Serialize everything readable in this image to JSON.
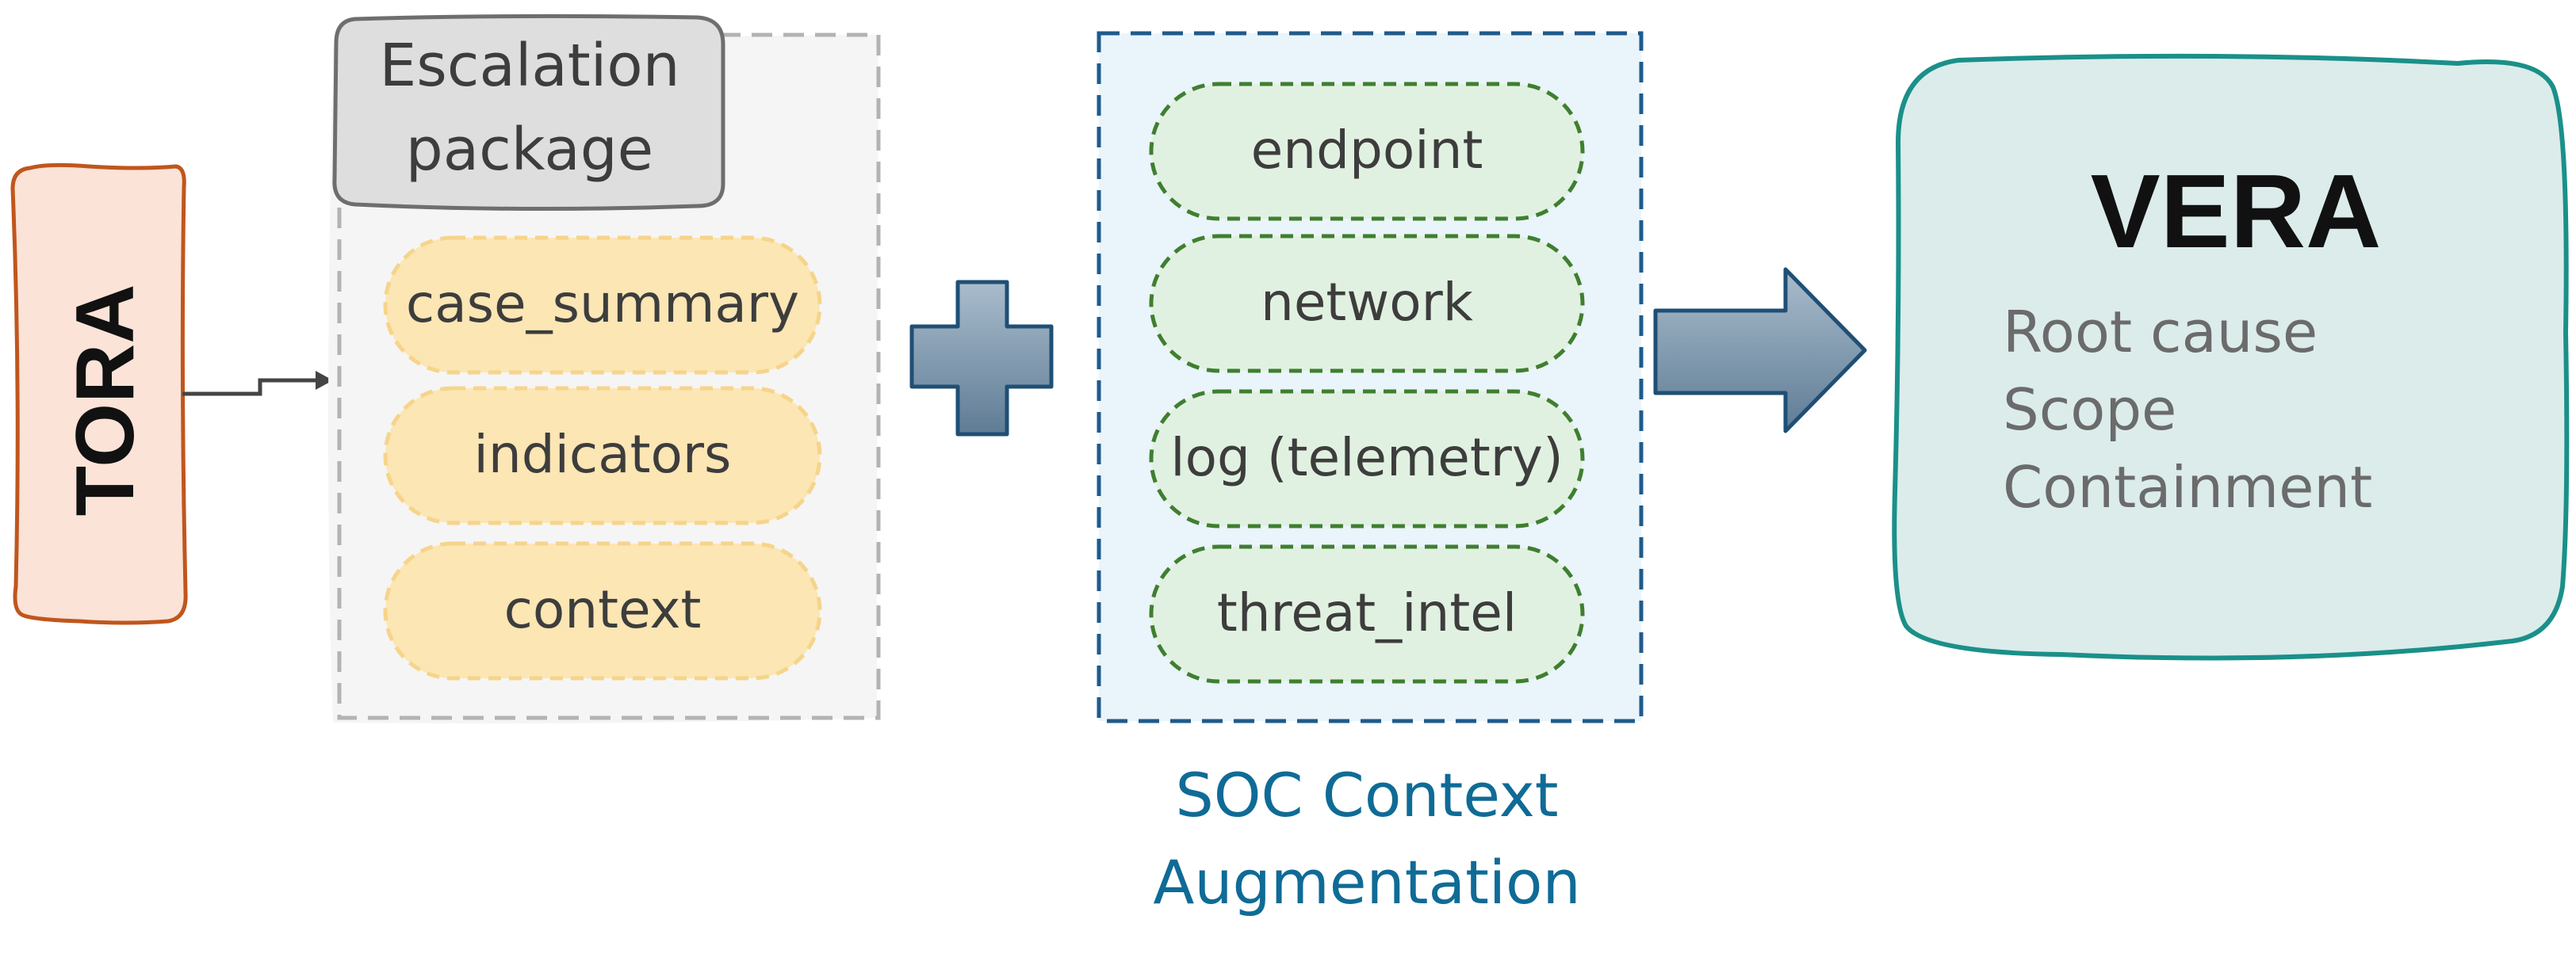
{
  "tora": {
    "label": "TORA"
  },
  "escalation": {
    "title_line1": "Escalation",
    "title_line2": "package",
    "items": [
      "case_summary",
      "indicators",
      "context"
    ]
  },
  "soc": {
    "items": [
      "endpoint",
      "network",
      "log (telemetry)",
      "threat_intel"
    ],
    "caption_line1": "SOC Context",
    "caption_line2": "Augmentation"
  },
  "vera": {
    "title": "VERA",
    "outputs": [
      "Root cause",
      "Scope",
      "Containment"
    ]
  },
  "icons": [
    "plus-icon",
    "arrow-right-icon",
    "elbow-connector-arrow"
  ],
  "colors": {
    "tora_fill": "#fbe3d8",
    "tora_stroke": "#c0561d",
    "package_bg": "#f5f5f5",
    "package_border": "#b3b3b3",
    "title_box_fill": "#dedede",
    "title_box_stroke": "#6e6e6e",
    "yellow_fill": "#fbe6b4",
    "yellow_stroke": "#f6d48a",
    "soc_bg": "#eaf4fb",
    "soc_border": "#1f5b8c",
    "green_fill": "#e1f1e1",
    "green_stroke": "#3f7f2f",
    "connector_fill": "#7a93aa",
    "caption_text": "#0f6b96",
    "vera_fill": "#dbeceb",
    "vera_stroke": "#1a9089",
    "muted_text": "#6b6b6b",
    "dark_text": "#3d3d3d"
  }
}
